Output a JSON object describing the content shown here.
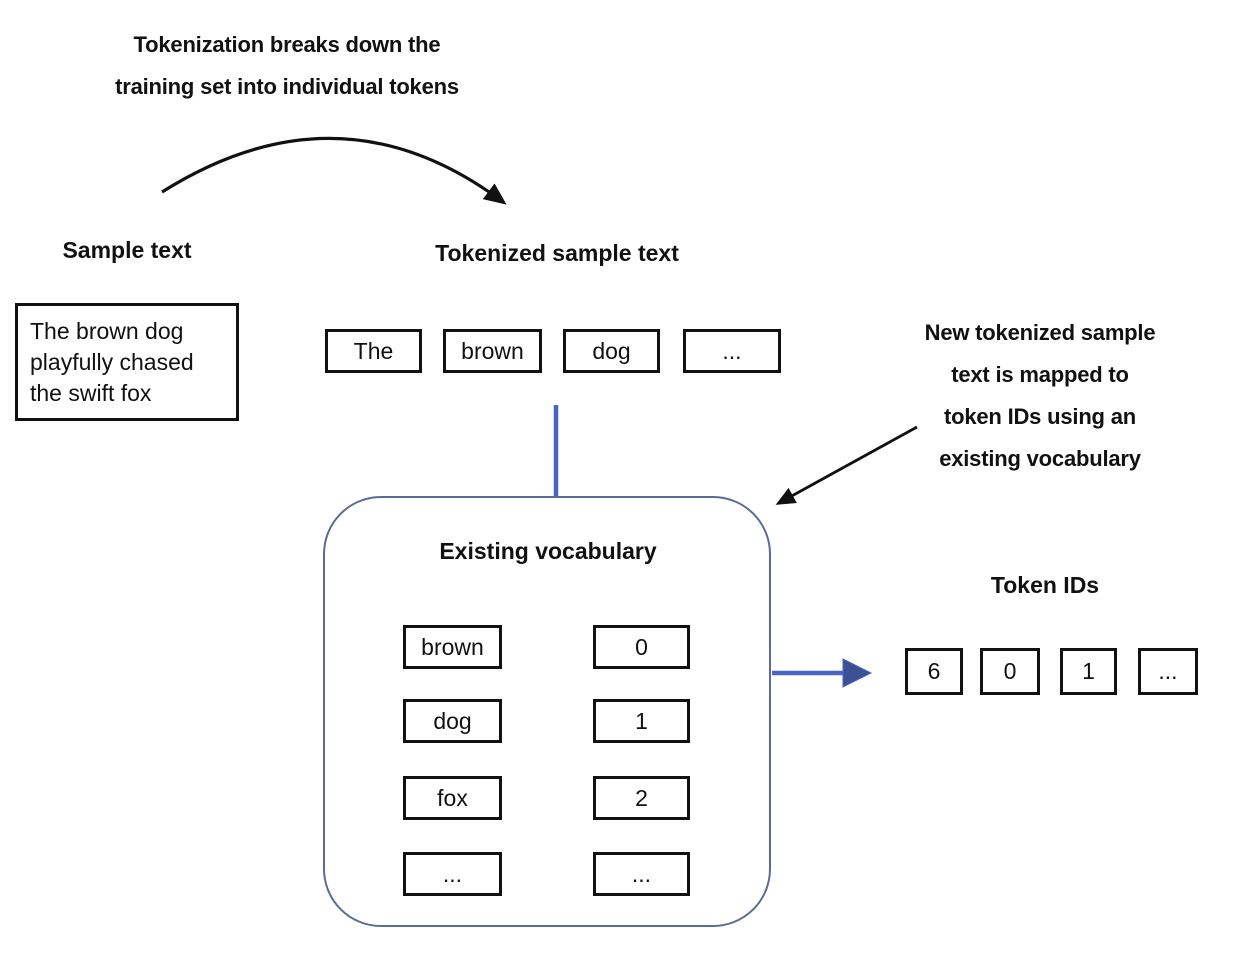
{
  "annotations": {
    "top": {
      "line1": "Tokenization breaks down the",
      "line2": "training set into individual tokens"
    },
    "right": {
      "line1": "New tokenized sample",
      "line2": "text is mapped to",
      "line3": "token IDs using an",
      "line4": "existing vocabulary"
    }
  },
  "sample": {
    "heading": "Sample text",
    "text": "The brown dog playfully chased the swift fox"
  },
  "tokenized": {
    "heading": "Tokenized sample text",
    "tokens": [
      "The",
      "brown",
      "dog",
      "..."
    ]
  },
  "vocabulary": {
    "heading": "Existing vocabulary",
    "mappings": [
      {
        "token": "brown",
        "id": "0"
      },
      {
        "token": "dog",
        "id": "1"
      },
      {
        "token": "fox",
        "id": "2"
      },
      {
        "token": "...",
        "id": "..."
      }
    ]
  },
  "token_ids": {
    "heading": "Token IDs",
    "ids": [
      "6",
      "0",
      "1",
      "..."
    ]
  },
  "colors": {
    "connector_blue": "#4a63c6",
    "arrowhead_blue": "#3c5193",
    "line_black": "#111111",
    "vocab_border": "#5b6b97"
  }
}
